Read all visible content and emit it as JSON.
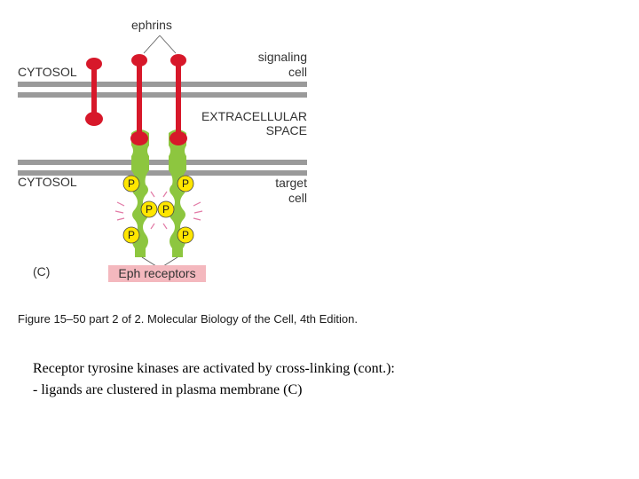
{
  "figure": {
    "labels": {
      "ephrins": "ephrins",
      "signaling": "signaling",
      "signaling_cell": "cell",
      "cytosol_top": "CYTOSOL",
      "extracellular": "EXTRACELLULAR",
      "space": "SPACE",
      "cytosol_bottom": "CYTOSOL",
      "target": "target",
      "target_cell": "cell",
      "panel": "(C)",
      "eph_receptors": "Eph receptors",
      "phospho": "P"
    },
    "figure_caption": "Figure 15–50 part 2 of 2. Molecular Biology of the Cell, 4th Edition.",
    "colors": {
      "membrane": "#9a9a9a",
      "ephrin": "#d7182a",
      "receptor": "#8dc63f",
      "phospho_fill": "#ffe600",
      "highlight": "#f4b8be",
      "caption_text": "#1a1a1a"
    }
  },
  "slide_text": {
    "line1": "Receptor tyrosine kinases are activated by cross-linking (cont.):",
    "line2": "- ligands are clustered in plasma membrane (C)"
  }
}
